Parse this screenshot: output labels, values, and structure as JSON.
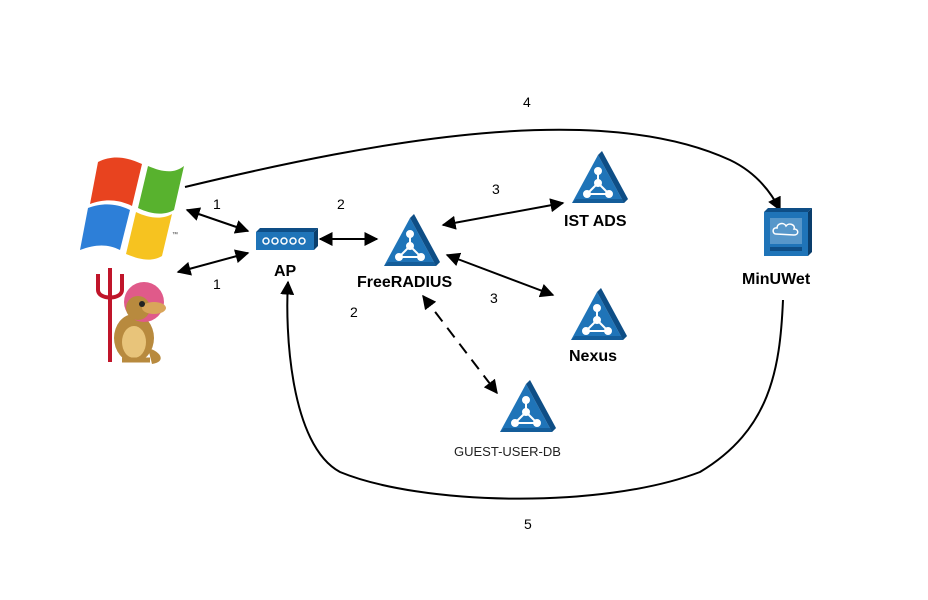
{
  "colors": {
    "node_blue": "#1F74B8",
    "node_dark": "#0E4E86",
    "line": "#000000",
    "background": "#FFFFFF"
  },
  "nodes": {
    "windows_client": {
      "icon": "windows-logo-icon"
    },
    "freebsd_client": {
      "icon": "bsd-daemon-mascot-icon"
    },
    "ap": {
      "label": "AP",
      "icon": "access-point-icon"
    },
    "freeradius": {
      "label": "FreeRADIUS",
      "icon": "server-triangle-icon"
    },
    "ist_ads": {
      "label": "IST ADS",
      "icon": "server-triangle-icon"
    },
    "nexus": {
      "label": "Nexus",
      "icon": "server-triangle-icon"
    },
    "guest_user_db": {
      "label": "GUEST-USER-DB",
      "icon": "server-triangle-icon"
    },
    "minuwet": {
      "label": "MinUWet",
      "icon": "workstation-icon"
    }
  },
  "steps": {
    "win_to_ap": "1",
    "bsd_to_ap": "1",
    "ap_to_radius": "2",
    "radius_to_guest": "2",
    "radius_to_ist": "3",
    "radius_to_nexus": "3",
    "win_to_minuwet": "4",
    "minuwet_to_ap": "5"
  }
}
